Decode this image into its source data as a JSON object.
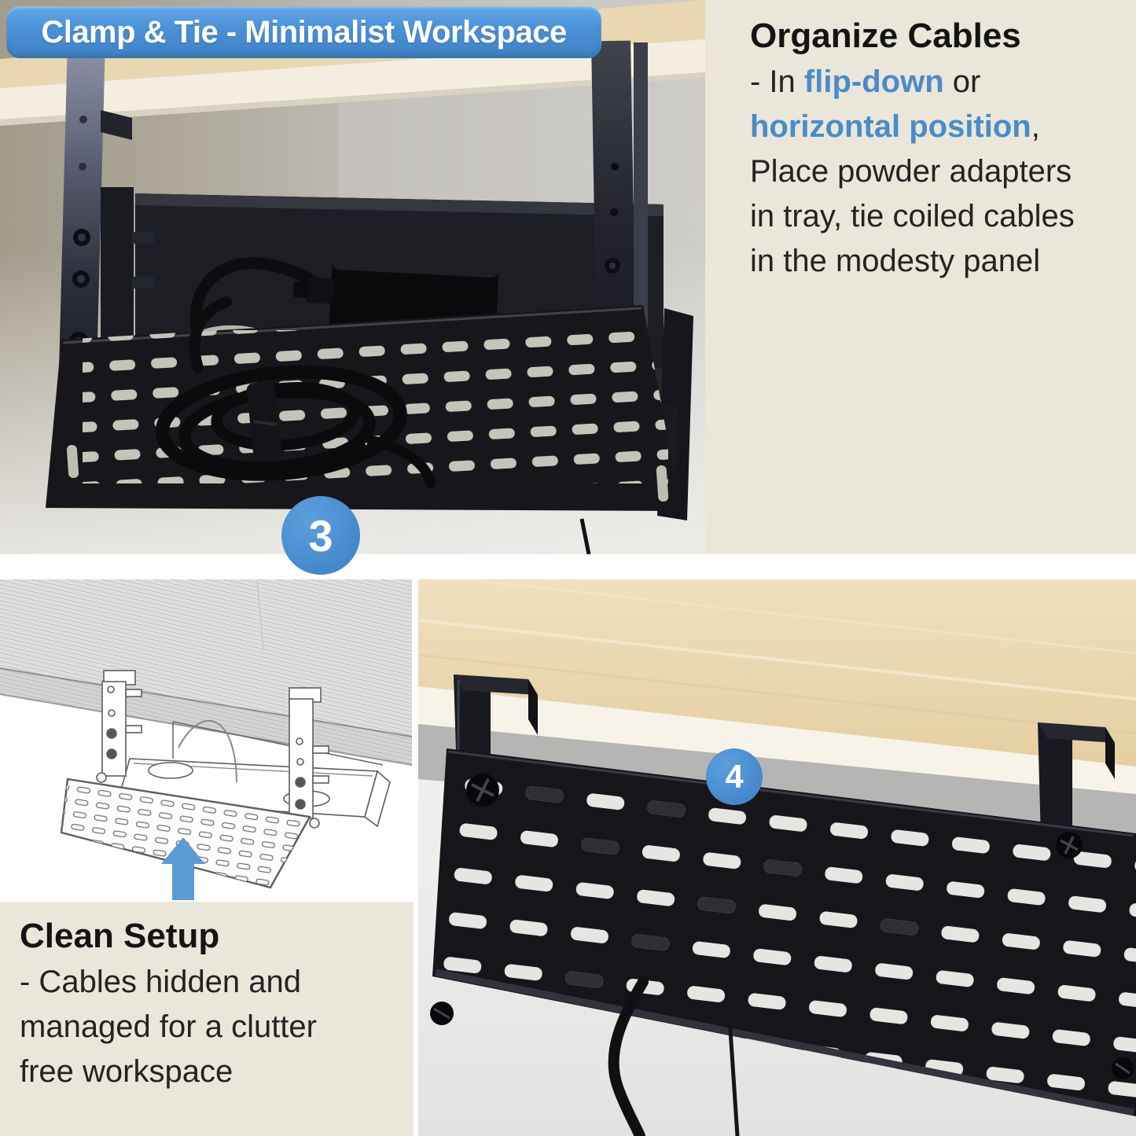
{
  "colors": {
    "banner_blue": "#4a90d6",
    "badge_blue": "#4a90d2",
    "highlight_blue": "#4a8bca",
    "panel_beige": "#eae6d9"
  },
  "banner": {
    "title": "Clamp & Tie - Minimalist Workspace"
  },
  "organize_panel": {
    "heading": "Organize Cables",
    "line1": {
      "prefix": "- In ",
      "highlight": "flip-down",
      "suffix": " or"
    },
    "line2": {
      "highlight": "horizontal position",
      "suffix": ","
    },
    "line3": "Place powder adapters",
    "line4": "in tray, tie coiled cables",
    "line5": "in the modesty panel"
  },
  "clean_panel": {
    "heading": "Clean Setup",
    "line1": "- Cables hidden and",
    "line2": "managed for a clutter",
    "line3": "free workspace"
  },
  "steps": {
    "flip_down_photo": "3",
    "horizontal_photo": "4"
  }
}
